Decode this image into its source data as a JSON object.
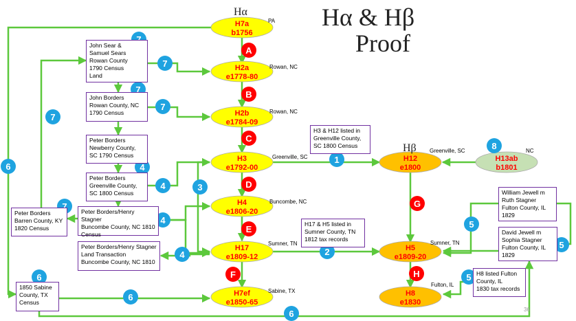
{
  "title_line1": "Hα & Hβ",
  "title_line2": "Proof",
  "col_alpha": "Hα",
  "col_beta": "Hβ",
  "page_number": "36",
  "colors": {
    "node_yellow": "#ffff00",
    "node_orange": "#ffc000",
    "node_green": "#c6e0b4",
    "node_text": "#ff0000",
    "arrow": "#5cc83c",
    "letter_circle": "#ff0000",
    "number_circle": "#1fa3e0",
    "box_border": "#7030a0"
  },
  "nodes": [
    {
      "id": "h7a",
      "line1": "H7a",
      "line2": "b1756",
      "place": "PA",
      "fill": "yellow"
    },
    {
      "id": "h2a",
      "line1": "H2a",
      "line2": "e1778-80",
      "place": "Rowan, NC",
      "fill": "yellow"
    },
    {
      "id": "h2b",
      "line1": "H2b",
      "line2": "e1784-09",
      "place": "Rowan, NC",
      "fill": "yellow"
    },
    {
      "id": "h3",
      "line1": "H3",
      "line2": "e1792-00",
      "place": "Greenville, SC",
      "fill": "yellow"
    },
    {
      "id": "h4",
      "line1": "H4",
      "line2": "e1806-20",
      "place": "Buncombe, NC",
      "fill": "yellow"
    },
    {
      "id": "h17",
      "line1": "H17",
      "line2": "e1809-12",
      "place": "Sumner, TN",
      "fill": "yellow"
    },
    {
      "id": "h7ef",
      "line1": "H7ef",
      "line2": "e1850-65",
      "place": "Sabine, TX",
      "fill": "yellow"
    },
    {
      "id": "h12",
      "line1": "H12",
      "line2": "e1800",
      "place": "Greenville, SC",
      "fill": "orange"
    },
    {
      "id": "h13ab",
      "line1": "H13ab",
      "line2": "b1801",
      "place": "NC",
      "fill": "green"
    },
    {
      "id": "h5",
      "line1": "H5",
      "line2": "e1809-20",
      "place": "Sumner, TN",
      "fill": "orange"
    },
    {
      "id": "h8",
      "line1": "H8",
      "line2": "e1830",
      "place": "Fulton, IL",
      "fill": "orange"
    }
  ],
  "letters": [
    "A",
    "B",
    "C",
    "D",
    "E",
    "F",
    "G",
    "H"
  ],
  "numbers": [
    "7",
    "7",
    "7",
    "7",
    "7",
    "7",
    "6",
    "4",
    "4",
    "3",
    "4",
    "4",
    "1",
    "2",
    "8",
    "5",
    "5",
    "5",
    "6",
    "6",
    "6"
  ],
  "boxes": [
    {
      "id": "sears",
      "text": "John Sear &\nSamuel Sears\nRowan County\n1790 Census\nLand"
    },
    {
      "id": "borders-rowan",
      "text": "John Borders\nRowan County, NC\n1790 Census"
    },
    {
      "id": "newberry",
      "text": "Peter Borders\nNewberry County,\nSC 1790 Census"
    },
    {
      "id": "greenville",
      "text": "Peter Borders\nGreenville County,\nSC 1800 Census"
    },
    {
      "id": "barren",
      "text": "Peter Borders\nBarren County, KY\n1820 Census"
    },
    {
      "id": "buncombe-census",
      "text": "Peter Borders/Henry Stagner\nBuncombe County, NC 1810\nCensus"
    },
    {
      "id": "land-transaction",
      "text": "Peter Borders/Henry Stagner\nLand Transaction\nBuncombe County, NC 1810"
    },
    {
      "id": "sabine-census",
      "text": "1850 Sabine\nCounty, TX\nCensus"
    },
    {
      "id": "h3-h12-note",
      "text": "H3 & H12 listed in\nGreenville County,\nSC 1800 Census"
    },
    {
      "id": "h17-h5-note",
      "text": "H17 & H5 listed in\nSumner County, TN\n1812 tax records"
    },
    {
      "id": "ruth-stagner",
      "text": "William Jewell  m\nRuth Stagner\nFulton County, IL\n1829"
    },
    {
      "id": "sophia-stagner",
      "text": "David Jewell  m\nSophia Stagner\nFulton County, IL\n1829"
    },
    {
      "id": "h8-fulton-note",
      "text": "H8 listed Fulton\nCounty, IL\n1830 tax records"
    }
  ]
}
